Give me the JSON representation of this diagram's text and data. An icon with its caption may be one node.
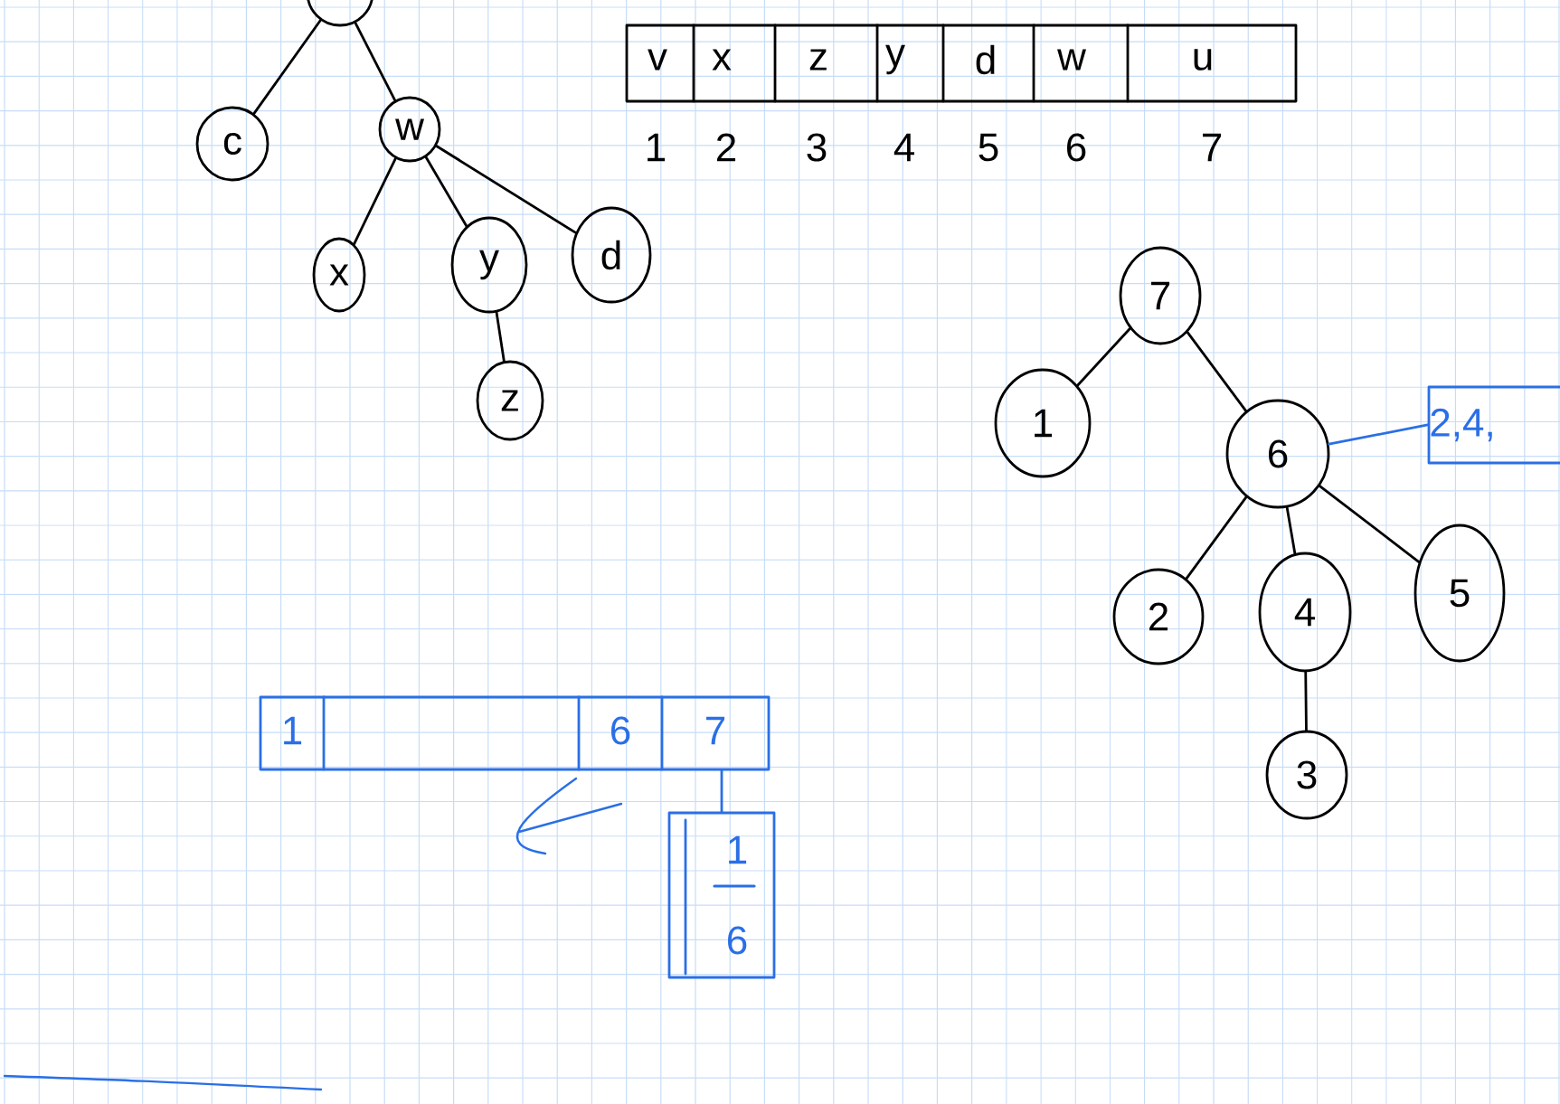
{
  "diagram": {
    "nodes": [
      {
        "text": [],
        "shape": "circle"
      },
      {
        "text": [
          "c"
        ]
      },
      {
        "text": [
          "w"
        ]
      },
      {
        "text": [
          "x"
        ]
      },
      {
        "text": [
          "y"
        ]
      },
      {
        "text": [
          "d"
        ]
      },
      {
        "text": [
          "z"
        ]
      },
      {
        "text": [
          "7"
        ]
      },
      {
        "text": [
          "1"
        ]
      },
      {
        "text": [
          "6"
        ]
      },
      {
        "text": [
          "2"
        ]
      },
      {
        "text": [
          "4"
        ]
      },
      {
        "text": [
          "5"
        ]
      },
      {
        "text": [
          "3"
        ]
      },
      {
        "text": [
          "2,4,"
        ]
      },
      {
        "text": [
          "1",
          "6",
          "7"
        ]
      },
      {
        "text": [
          "1",
          "6"
        ]
      }
    ],
    "edges": [
      {
        "from": 0,
        "to": 1,
        "arrow": "none"
      },
      {
        "from": 0,
        "to": 2,
        "arrow": "none"
      },
      {
        "from": 2,
        "to": 3,
        "arrow": "none"
      },
      {
        "from": 2,
        "to": 4,
        "arrow": "none"
      },
      {
        "from": 2,
        "to": 5,
        "arrow": "none"
      },
      {
        "from": 4,
        "to": 6,
        "arrow": "none"
      },
      {
        "from": 7,
        "to": 8,
        "arrow": "none"
      },
      {
        "from": 7,
        "to": 9,
        "arrow": "none"
      },
      {
        "from": 9,
        "to": 10,
        "arrow": "none"
      },
      {
        "from": 9,
        "to": 11,
        "arrow": "none"
      },
      {
        "from": 9,
        "to": 12,
        "arrow": "none"
      },
      {
        "from": 11,
        "to": 13,
        "arrow": "none"
      },
      {
        "from": 9,
        "to": 14,
        "arrow": "none",
        "color": "#2a6fe6"
      },
      {
        "from": 15,
        "to": 16,
        "arrow": "none",
        "color": "#2a6fe6"
      }
    ],
    "labels": [
      "v",
      "x",
      "z",
      "y",
      "d",
      "w",
      "u",
      "1",
      "2",
      "3",
      "4",
      "5",
      "6",
      "7"
    ]
  }
}
